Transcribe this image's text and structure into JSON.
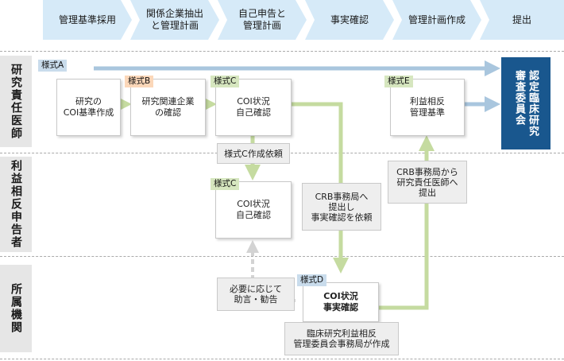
{
  "steps": [
    "管理基準採用",
    "関係企業抽出\nと管理計画",
    "自己申告と\n管理計画",
    "事実確認",
    "管理計画作成",
    "提出"
  ],
  "lanes": {
    "researcher": "研究責任医師",
    "declarant": "利益相反申告者",
    "institution": "所属機関"
  },
  "boxes": {
    "coi_standard": {
      "tag": "様式A",
      "text": "研究の\nCOI基準作成"
    },
    "company_check": {
      "tag": "様式B",
      "text": "研究関連企業\nの確認"
    },
    "self_check_c": {
      "tag": "様式C",
      "text": "COI状況\n自己確認"
    },
    "self_check_c2": {
      "tag": "様式C",
      "text": "COI状況\n自己確認"
    },
    "fact_check_d": {
      "tag": "様式D",
      "text": "COI状況\n事実確認"
    },
    "management_e": {
      "tag": "様式E",
      "text": "利益相反\n管理基準"
    }
  },
  "notes": {
    "form_c_request": "様式C作成依頼",
    "crb_submit": "CRB事務局へ\n提出し\n事実確認を依頼",
    "crb_return": "CRB事務局から\n研究責任医師へ\n提出",
    "advice": "必要に応じて\n助言・勧告",
    "made_by": "臨床研究利益相反\n管理委員会事務局が作成"
  },
  "committee": "認定臨床研究\n審査委員会",
  "colors": {
    "header_bg": "#d6eaf8",
    "lane_bg": "#e6e6e6",
    "committee_bg": "#19578e",
    "arrow_green": "#c5dba0",
    "arrow_blue": "#a9c6de",
    "arrow_gray": "#d3d3d3"
  }
}
